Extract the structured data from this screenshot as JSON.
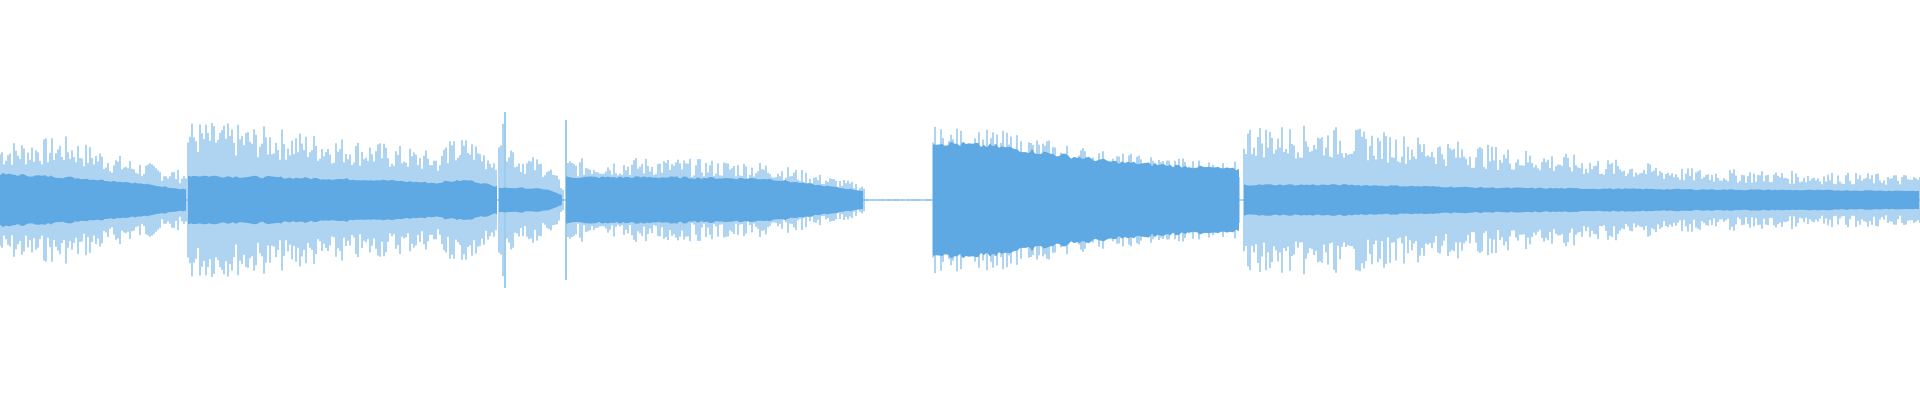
{
  "waveform": {
    "color": "#5ea9e3",
    "baseline_color": "#5ea9e3",
    "segments": [
      {
        "name": "segment-1",
        "start": 0.0,
        "end": 0.097,
        "envelope": [
          [
            0.0,
            0.37,
            0.17
          ],
          [
            0.035,
            0.4,
            0.15
          ],
          [
            0.065,
            0.27,
            0.12
          ],
          [
            0.097,
            0.18,
            0.07
          ]
        ]
      },
      {
        "name": "segment-2",
        "start": 0.098,
        "end": 0.259,
        "envelope": [
          [
            0.098,
            0.5,
            0.16
          ],
          [
            0.14,
            0.46,
            0.15
          ],
          [
            0.2,
            0.36,
            0.13
          ],
          [
            0.259,
            0.24,
            0.09
          ]
        ]
      },
      {
        "name": "segment-3",
        "start": 0.23,
        "end": 0.259,
        "envelope": [
          [
            0.23,
            0.36,
            0.12
          ],
          [
            0.244,
            0.4,
            0.13
          ],
          [
            0.259,
            0.28,
            0.09
          ]
        ]
      },
      {
        "name": "segment-4",
        "start": 0.26,
        "end": 0.293,
        "envelope": [
          [
            0.26,
            0.52,
            0.08
          ],
          [
            0.27,
            0.3,
            0.08
          ],
          [
            0.285,
            0.25,
            0.07
          ],
          [
            0.293,
            0.1,
            0.03
          ]
        ]
      },
      {
        "name": "segment-5",
        "start": 0.295,
        "end": 0.45,
        "envelope": [
          [
            0.295,
            0.26,
            0.15
          ],
          [
            0.34,
            0.27,
            0.15
          ],
          [
            0.4,
            0.24,
            0.14
          ],
          [
            0.45,
            0.1,
            0.06
          ]
        ]
      },
      {
        "name": "silence",
        "start": 0.45,
        "end": 0.485,
        "envelope": [
          [
            0.45,
            0.005,
            0.003
          ],
          [
            0.485,
            0.005,
            0.003
          ]
        ]
      },
      {
        "name": "segment-6",
        "start": 0.486,
        "end": 0.646,
        "envelope": [
          [
            0.486,
            0.46,
            0.38
          ],
          [
            0.52,
            0.44,
            0.35
          ],
          [
            0.58,
            0.3,
            0.25
          ],
          [
            0.646,
            0.24,
            0.2
          ]
        ]
      },
      {
        "name": "segment-7",
        "start": 0.648,
        "end": 1.0,
        "envelope": [
          [
            0.648,
            0.48,
            0.1
          ],
          [
            0.7,
            0.46,
            0.1
          ],
          [
            0.78,
            0.34,
            0.08
          ],
          [
            0.88,
            0.2,
            0.07
          ],
          [
            1.0,
            0.16,
            0.06
          ]
        ]
      }
    ],
    "spikes": [
      {
        "at": 0.263,
        "amp": 0.55
      },
      {
        "at": 0.295,
        "amp": 0.5
      }
    ]
  }
}
